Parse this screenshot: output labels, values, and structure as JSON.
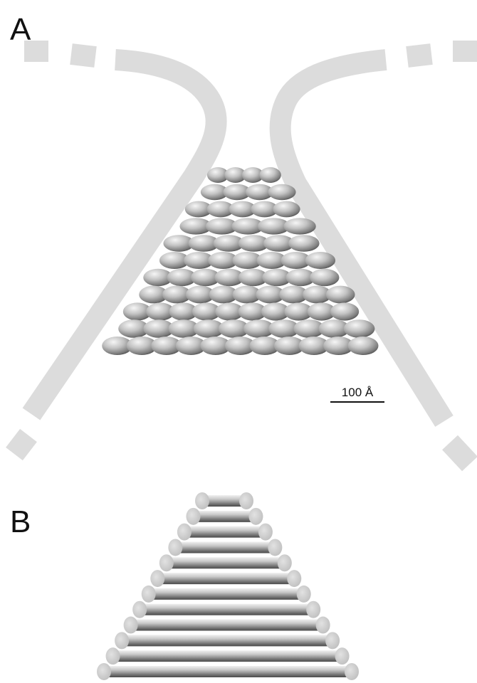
{
  "figure": {
    "panel_a_label": "A",
    "panel_b_label": "B",
    "scale_bar_text": "100 Å"
  },
  "colors": {
    "membrane": "#dcdcdc",
    "bead_dark": "#5a5a5a",
    "bead_mid": "#a8a8a8",
    "bead_light": "#f4f4f4",
    "section_cap": "#d4d4d4",
    "text": "#111111"
  }
}
